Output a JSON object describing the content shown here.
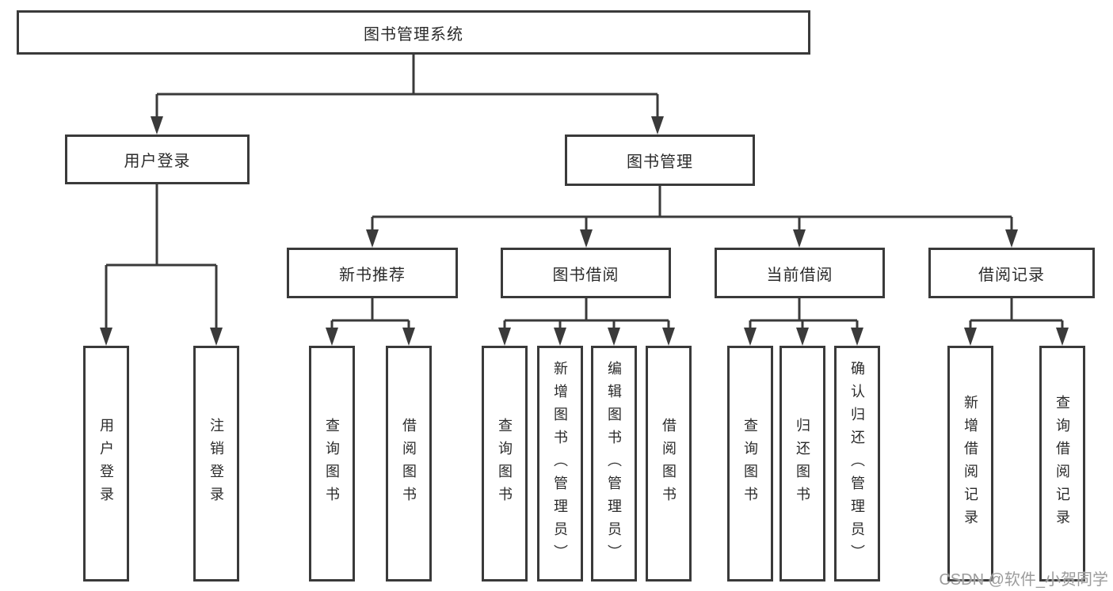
{
  "tree": {
    "label": "图书管理系统",
    "children": [
      {
        "label": "用户登录",
        "children": [
          {
            "label": "用户登录"
          },
          {
            "label": "注销登录"
          }
        ]
      },
      {
        "label": "图书管理",
        "children": [
          {
            "label": "新书推荐",
            "children": [
              {
                "label": "查询图书"
              },
              {
                "label": "借阅图书"
              }
            ]
          },
          {
            "label": "图书借阅",
            "children": [
              {
                "label": "查询图书"
              },
              {
                "label": "新增图书（管理员）"
              },
              {
                "label": "编辑图书（管理员）"
              },
              {
                "label": "借阅图书"
              }
            ]
          },
          {
            "label": "当前借阅",
            "children": [
              {
                "label": "查询图书"
              },
              {
                "label": "归还图书"
              },
              {
                "label": "确认归还（管理员）"
              }
            ]
          },
          {
            "label": "借阅记录",
            "children": [
              {
                "label": "新增借阅记录"
              },
              {
                "label": "查询借阅记录"
              }
            ]
          }
        ]
      }
    ]
  },
  "watermark": {
    "text": "CSDN @软件_小贺同学"
  },
  "colors": {
    "line": "#3a3a3a",
    "node_border": "#3a3a3a",
    "node_text": "#2b2b2b",
    "watermark": "#9c9c9c",
    "background": "#ffffff"
  }
}
